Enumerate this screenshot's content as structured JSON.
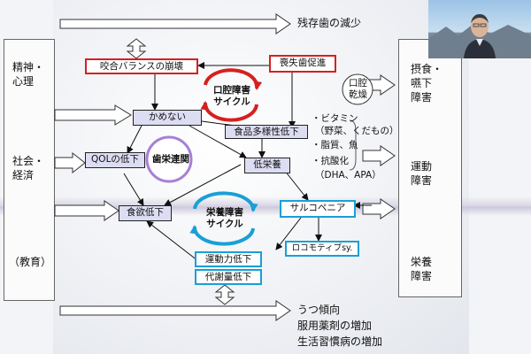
{
  "top_banner": "残存歯の減少",
  "left_labels": {
    "mental": "精神・\n心理",
    "social": "社会・\n経済",
    "education": "（教育）"
  },
  "right_labels": {
    "swallow": "摂食・\n嚥下\n障害",
    "motor": "運動\n障害",
    "nutrition": "栄養\n障害"
  },
  "nodes": {
    "occlusion": "咬合バランスの崩壊",
    "tooth_loss": "喪失歯促進",
    "dry_mouth": "口腔\n乾燥",
    "cannot_chew": "かめない",
    "food_diversity": "食品多様性低下",
    "qol": "QOLの低下",
    "dental_link": "歯栄連関",
    "undernutrition": "低栄養",
    "appetite": "食欲低下",
    "sarcopenia": "サルコペニア",
    "locomotive": "ロコモティブsy.",
    "motor_decline": "運動力低下",
    "metabolism": "代謝量低下"
  },
  "cycles": {
    "oral": "口腔障害\nサイクル",
    "nutrition": "栄養障害\nサイクル"
  },
  "nutrients": {
    "vitamin": "・ビタミン",
    "vitamin_detail": "（野菜、くだもの）",
    "fat": "・脂質、魚",
    "antioxidant": "・抗酸化",
    "antioxidant_detail": "（DHA、APA）"
  },
  "bottom_list": [
    "うつ傾向",
    "服用薬剤の増加",
    "生活習慣病の増加"
  ],
  "colors": {
    "red": "#d62020",
    "blue": "#1a9fd6",
    "purple": "#a77fd6",
    "lavender": "#dcdcf2"
  }
}
